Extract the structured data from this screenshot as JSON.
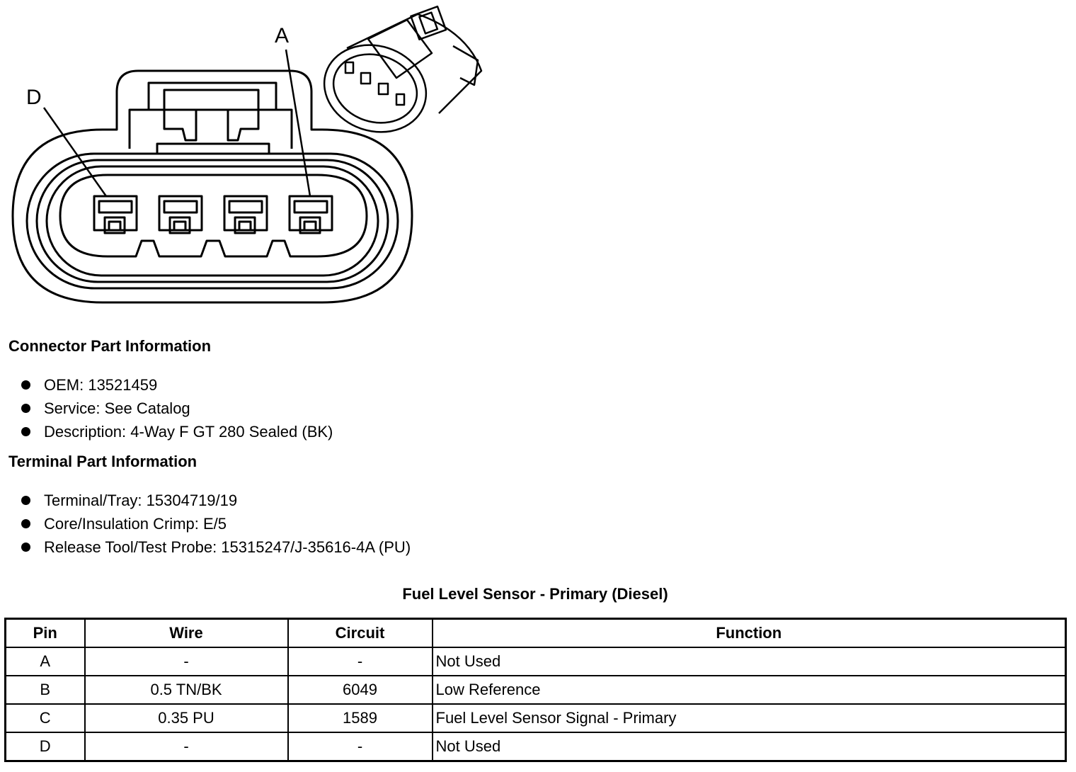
{
  "diagram": {
    "callout_a": "A",
    "callout_d": "D"
  },
  "connector_section": {
    "title": "Connector Part Information",
    "items": [
      "OEM: 13521459",
      "Service: See Catalog",
      "Description: 4-Way F GT 280 Sealed (BK)"
    ]
  },
  "terminal_section": {
    "title": "Terminal Part Information",
    "items": [
      "Terminal/Tray: 15304719/19",
      "Core/Insulation Crimp: E/5",
      "Release Tool/Test Probe: 15315247/J-35616-4A (PU)"
    ]
  },
  "pin_table": {
    "title": "Fuel Level Sensor - Primary (Diesel)",
    "headers": {
      "pin": "Pin",
      "wire": "Wire",
      "circuit": "Circuit",
      "function": "Function"
    },
    "rows": [
      {
        "pin": "A",
        "wire": "-",
        "circuit": "-",
        "function": "Not Used"
      },
      {
        "pin": "B",
        "wire": "0.5 TN/BK",
        "circuit": "6049",
        "function": "Low Reference"
      },
      {
        "pin": "C",
        "wire": "0.35 PU",
        "circuit": "1589",
        "function": "Fuel Level Sensor Signal - Primary"
      },
      {
        "pin": "D",
        "wire": "-",
        "circuit": "-",
        "function": "Not Used"
      }
    ]
  }
}
